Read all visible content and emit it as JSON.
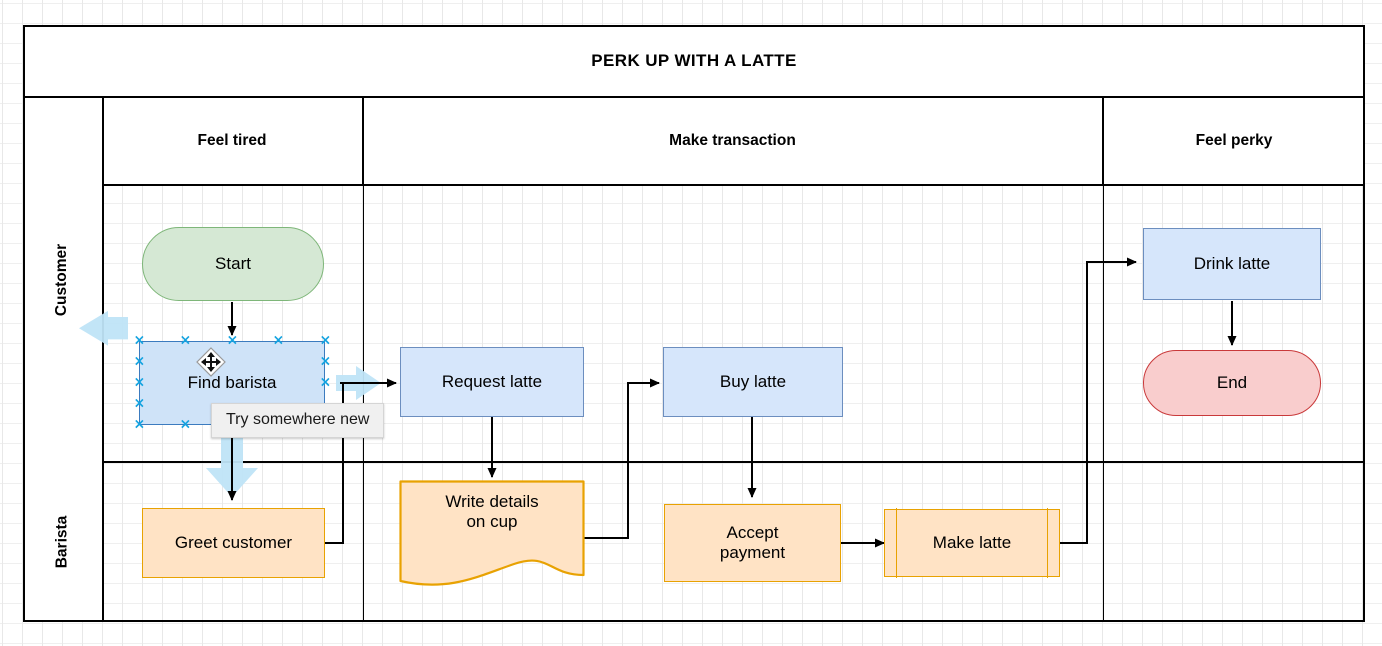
{
  "diagram": {
    "title": "PERK UP WITH A LATTE",
    "phases": [
      {
        "label": "Feel tired"
      },
      {
        "label": "Make transaction"
      },
      {
        "label": "Feel perky"
      }
    ],
    "lanes": [
      {
        "label": "Customer"
      },
      {
        "label": "Barista"
      }
    ],
    "nodes": [
      {
        "id": "start",
        "label": "Start",
        "shape": "terminator",
        "lane": "Customer",
        "phase": "Feel tired",
        "fill": "#d5e8d4",
        "stroke": "#7eb679"
      },
      {
        "id": "find-barista",
        "label": "Find barista",
        "shape": "process",
        "lane": "Customer",
        "phase": "Feel tired",
        "fill": "#cfe3f8",
        "stroke": "#3b7bbf",
        "selected": true
      },
      {
        "id": "greet-customer",
        "label": "Greet customer",
        "shape": "process",
        "lane": "Barista",
        "phase": "Feel tired",
        "fill": "#ffe3c5",
        "stroke": "#e8a202"
      },
      {
        "id": "request-latte",
        "label": "Request latte",
        "shape": "process",
        "lane": "Customer",
        "phase": "Make transaction",
        "fill": "#d6e6fb",
        "stroke": "#6c8ebf"
      },
      {
        "id": "write-details",
        "label": "Write details\non cup",
        "shape": "document",
        "lane": "Barista",
        "phase": "Make transaction",
        "fill": "#ffe3c5",
        "stroke": "#e8a202"
      },
      {
        "id": "buy-latte",
        "label": "Buy latte",
        "shape": "process",
        "lane": "Customer",
        "phase": "Make transaction",
        "fill": "#d6e6fb",
        "stroke": "#6c8ebf"
      },
      {
        "id": "accept-payment",
        "label": "Accept\npayment",
        "shape": "process",
        "lane": "Barista",
        "phase": "Make transaction",
        "fill": "#ffe3c5",
        "stroke": "#e8a202"
      },
      {
        "id": "make-latte",
        "label": "Make latte",
        "shape": "predefined-process",
        "lane": "Barista",
        "phase": "Make transaction",
        "fill": "#ffe3c5",
        "stroke": "#e8a202"
      },
      {
        "id": "drink-latte",
        "label": "Drink latte",
        "shape": "process",
        "lane": "Customer",
        "phase": "Feel perky",
        "fill": "#d6e6fb",
        "stroke": "#6c8ebf"
      },
      {
        "id": "end",
        "label": "End",
        "shape": "terminator",
        "lane": "Customer",
        "phase": "Feel perky",
        "fill": "#f9cdcd",
        "stroke": "#c9393a"
      }
    ],
    "node_labels": {
      "start": "Start",
      "find_barista": "Find barista",
      "greet_customer": "Greet customer",
      "request_latte": "Request latte",
      "write_details_line1": "Write details",
      "write_details_line2": "on cup",
      "buy_latte": "Buy latte",
      "accept_payment_line1": "Accept",
      "accept_payment_line2": "payment",
      "make_latte": "Make latte",
      "drink_latte": "Drink latte",
      "end": "End"
    },
    "edges": [
      {
        "from": "start",
        "to": "find-barista"
      },
      {
        "from": "find-barista",
        "to": "greet-customer"
      },
      {
        "from": "find-barista",
        "to": "request-latte"
      },
      {
        "from": "greet-customer",
        "to": "request-latte"
      },
      {
        "from": "request-latte",
        "to": "write-details"
      },
      {
        "from": "write-details",
        "to": "buy-latte"
      },
      {
        "from": "buy-latte",
        "to": "accept-payment"
      },
      {
        "from": "accept-payment",
        "to": "make-latte"
      },
      {
        "from": "make-latte",
        "to": "drink-latte"
      },
      {
        "from": "drink-latte",
        "to": "end"
      }
    ]
  },
  "selection": {
    "selected_node": "Find barista",
    "tooltip": "Try somewhere new",
    "cursor": "move-cursor",
    "handle_color": "#14a3e0",
    "direction_arrows": [
      "left",
      "right",
      "down"
    ]
  }
}
